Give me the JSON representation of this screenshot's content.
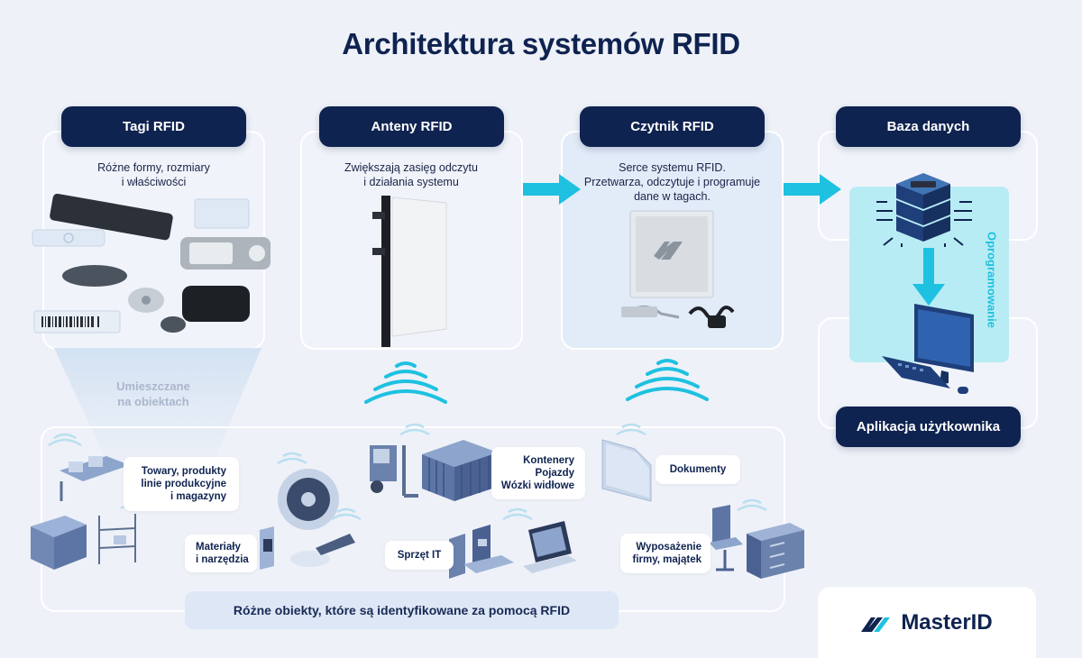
{
  "title": "Architektura systemów RFID",
  "columns": [
    {
      "header": "Tagi RFID",
      "desc_lines": [
        "Różne formy, rozmiary",
        "i właściwości"
      ]
    },
    {
      "header": "Anteny RFID",
      "desc_lines": [
        "Zwiększają zasięg odczytu",
        "i działania systemu"
      ]
    },
    {
      "header": "Czytnik RFID",
      "desc_lines": [
        "Serce systemu RFID.",
        "Przetwarza, odczytuje i programuje",
        "dane w tagach."
      ]
    },
    {
      "header": "Baza danych"
    }
  ],
  "software_label": "Oprogramowanie",
  "user_app_label": "Aplikacja użytkownika",
  "funnel_lines": [
    "Umieszczane",
    "na obiektach"
  ],
  "objects": [
    {
      "lines": [
        "Towary, produkty",
        "linie produkcyjne",
        "i magazyny"
      ]
    },
    {
      "lines": [
        "Materiały",
        "i narzędzia"
      ]
    },
    {
      "lines": [
        "Kontenery",
        "Pojazdy",
        "Wózki widłowe"
      ]
    },
    {
      "lines": [
        "Sprzęt IT"
      ]
    },
    {
      "lines": [
        "Dokumenty"
      ]
    },
    {
      "lines": [
        "Wyposażenie",
        "firmy, majątek"
      ]
    }
  ],
  "bottom_caption": "Różne obiekty, które są identyfikowane za pomocą RFID",
  "brand": "MasterID",
  "colors": {
    "navy": "#0f2350",
    "cyan": "#1ec1e0",
    "background": "#eef1f8"
  }
}
